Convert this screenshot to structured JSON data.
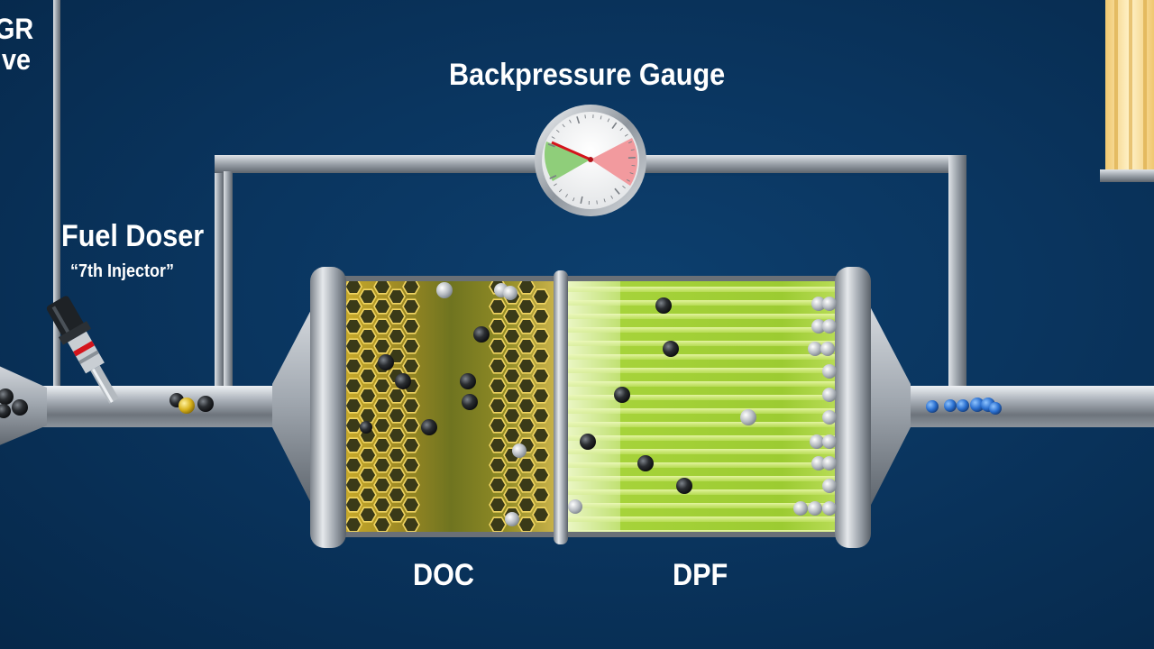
{
  "labels": {
    "egr_line1": "GR",
    "egr_line2": "lve",
    "backpressure_gauge": "Backpressure Gauge",
    "fuel_doser": "Fuel Doser",
    "injector": "“7th Injector”",
    "doc": "DOC",
    "dpf": "DPF"
  },
  "colors": {
    "background": "#0a355f",
    "doc_substrate": "#b39a28",
    "dpf_substrate": "#a8d43a",
    "gauge_green_zone": "#8fce7a",
    "gauge_red_zone": "#f29a9e",
    "needle": "#d4141c",
    "injector_band": "#d4141c"
  }
}
